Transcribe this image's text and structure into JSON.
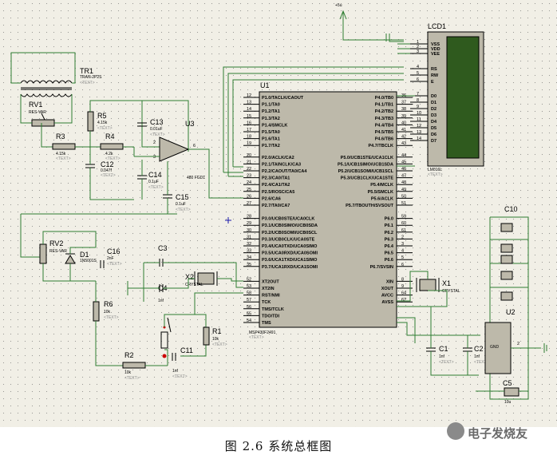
{
  "caption": "图 2.6 系统总框图",
  "watermark": "电子发烧友",
  "power_label": "+5u",
  "text_placeholder": "<TEXT>",
  "components": {
    "tr1": {
      "ref": "TR1",
      "value": "TRAN-2P2S"
    },
    "rv1": {
      "ref": "RV1",
      "value": "RES-VAR"
    },
    "r3": {
      "ref": "R3",
      "value": "4.15k"
    },
    "r5": {
      "ref": "R5",
      "value": "4.15k"
    },
    "r4": {
      "ref": "R4",
      "value": "4.2k"
    },
    "c12": {
      "ref": "C12",
      "value": "0.047f"
    },
    "c13": {
      "ref": "C13",
      "value": "0.01uF"
    },
    "c14": {
      "ref": "C14",
      "value": "0.1uF"
    },
    "c15": {
      "ref": "C15",
      "value": "0.1uF"
    },
    "u3": {
      "ref": "U3",
      "value": "480 FGD1"
    },
    "rv2": {
      "ref": "RV2",
      "value": "RES-VAR"
    },
    "d1": {
      "ref": "D1",
      "value": "1N5001S"
    },
    "c16": {
      "ref": "C16",
      "value": "2nF"
    },
    "r6": {
      "ref": "R6",
      "value": "10k"
    },
    "r2": {
      "ref": "R2",
      "value": "10k"
    },
    "r1": {
      "ref": "R1",
      "value": "10k"
    },
    "c11": {
      "ref": "C11",
      "value": "1nf"
    },
    "c3": {
      "ref": "C3",
      "value": "1nf"
    },
    "c4": {
      "ref": "C4",
      "value": "1nf"
    },
    "x2": {
      "ref": "X2",
      "value": "CRYSTAL"
    },
    "x1": {
      "ref": "X1",
      "value": "CRYSTAL"
    },
    "c1": {
      "ref": "C1",
      "value": "1nf"
    },
    "c2": {
      "ref": "C2",
      "value": "1nf"
    },
    "c10": {
      "ref": "C10",
      "value": ""
    },
    "c5": {
      "ref": "C5",
      "value": "10u"
    },
    "u2": {
      "ref": "U2",
      "value": "GND"
    },
    "lcd1": {
      "ref": "LCD1",
      "value": "LM016L"
    },
    "u1": {
      "ref": "U1",
      "value": "MSP430F2491"
    }
  },
  "u1_left_pins": [
    {
      "num": "12",
      "name": "P1.0/TACLK/CAOUT"
    },
    {
      "num": "13",
      "name": "P1.1/TA0"
    },
    {
      "num": "14",
      "name": "P1.2/TA1"
    },
    {
      "num": "15",
      "name": "P1.3/TA2"
    },
    {
      "num": "16",
      "name": "P1.4/SMCLK"
    },
    {
      "num": "17",
      "name": "P1.5/TA0"
    },
    {
      "num": "18",
      "name": "P1.6/TA1"
    },
    {
      "num": "19",
      "name": "P1.7/TA2"
    },
    {
      "num": "20",
      "name": "P2.0/ACLK/CA2"
    },
    {
      "num": "21",
      "name": "P2.1/TAINCLK/CA3"
    },
    {
      "num": "22",
      "name": "P2.2/CAOUT/TA0/CA4"
    },
    {
      "num": "23",
      "name": "P2.3/CA0/TA1"
    },
    {
      "num": "24",
      "name": "P2.4/CA1/TA2"
    },
    {
      "num": "25",
      "name": "P2.5/ROSC/CA5"
    },
    {
      "num": "26",
      "name": "P2.6/CA6"
    },
    {
      "num": "27",
      "name": "P2.7/TA0/CA7"
    },
    {
      "num": "28",
      "name": "P3.0/UCB0STE/UCA0CLK"
    },
    {
      "num": "29",
      "name": "P3.1/UCB0SIMO/UCB0SDA"
    },
    {
      "num": "30",
      "name": "P3.2/UCB0SOMI/UCB0SCL"
    },
    {
      "num": "31",
      "name": "P3.3/UCB0CLK/UCA0STE"
    },
    {
      "num": "32",
      "name": "P3.4/UCA0TXD/UCA0SIMO"
    },
    {
      "num": "33",
      "name": "P3.5/UCA0RXD/UCA0SOMI"
    },
    {
      "num": "34",
      "name": "P3.6/UCA1TXD/UCA1SIMO"
    },
    {
      "num": "35",
      "name": "P3.7/UCA1RXD/UCA1SOMI"
    },
    {
      "num": "52",
      "name": "XT2OUT"
    },
    {
      "num": "53",
      "name": "XT2IN"
    },
    {
      "num": "58",
      "name": "RST/NMI"
    },
    {
      "num": "57",
      "name": "TCK"
    },
    {
      "num": "56",
      "name": "TMS/TCLK"
    },
    {
      "num": "55",
      "name": "TDO/TDI"
    },
    {
      "num": "54",
      "name": "TMS"
    }
  ],
  "u1_right_pins": [
    {
      "num": "36",
      "name": "P4.0/TB0"
    },
    {
      "num": "37",
      "name": "P4.1/TB1"
    },
    {
      "num": "38",
      "name": "P4.2/TB2"
    },
    {
      "num": "39",
      "name": "P4.3/TB3"
    },
    {
      "num": "40",
      "name": "P4.4/TB4"
    },
    {
      "num": "41",
      "name": "P4.5/TB5"
    },
    {
      "num": "42",
      "name": "P4.6/TB6"
    },
    {
      "num": "43",
      "name": "P4.7/TBCLK"
    },
    {
      "num": "44",
      "name": "P5.0/UCB1STE/UCA1CLK"
    },
    {
      "num": "45",
      "name": "P5.1/UCB1SIMO/UCB1SDA"
    },
    {
      "num": "46",
      "name": "P5.2/UCB1SOMI/UCB1SCL"
    },
    {
      "num": "47",
      "name": "P5.3/UCB1CLK/UCA1STE"
    },
    {
      "num": "48",
      "name": "P5.4/MCLK"
    },
    {
      "num": "49",
      "name": "P5.5/SMCLK"
    },
    {
      "num": "50",
      "name": "P5.6/ACLK"
    },
    {
      "num": "51",
      "name": "P5.7/TBOUTH/SVSOUT"
    },
    {
      "num": "59",
      "name": "P6.0"
    },
    {
      "num": "60",
      "name": "P6.1"
    },
    {
      "num": "61",
      "name": "P6.2"
    },
    {
      "num": "2",
      "name": "P6.3"
    },
    {
      "num": "3",
      "name": "P6.4"
    },
    {
      "num": "4",
      "name": "P6.5"
    },
    {
      "num": "5",
      "name": "P6.6"
    },
    {
      "num": "6",
      "name": "P6.7/SVSIN"
    },
    {
      "num": "8",
      "name": "XIN"
    },
    {
      "num": "9",
      "name": "XOUT"
    },
    {
      "num": "64",
      "name": "AVCC"
    },
    {
      "num": "62",
      "name": "AVSS"
    }
  ],
  "lcd_pins": [
    {
      "num": "1",
      "name": "VSS"
    },
    {
      "num": "2",
      "name": "VDD"
    },
    {
      "num": "3",
      "name": "VEE"
    },
    {
      "num": "4",
      "name": "RS"
    },
    {
      "num": "5",
      "name": "RW"
    },
    {
      "num": "6",
      "name": "E"
    },
    {
      "num": "7",
      "name": "D0"
    },
    {
      "num": "8",
      "name": "D1"
    },
    {
      "num": "9",
      "name": "D2"
    },
    {
      "num": "10",
      "name": "D3"
    },
    {
      "num": "11",
      "name": "D4"
    },
    {
      "num": "12",
      "name": "D5"
    },
    {
      "num": "13",
      "name": "D6"
    },
    {
      "num": "14",
      "name": "D7"
    }
  ],
  "opamp_pins": [
    "2",
    "3",
    "6"
  ],
  "u2_pins": [
    "2"
  ],
  "colors": {
    "wire": "#2e7d32",
    "body": "#bdb9aa",
    "lcd": "#2f5a1e",
    "sheet": "#f1efe6",
    "pin_dot": "#cc0000"
  }
}
